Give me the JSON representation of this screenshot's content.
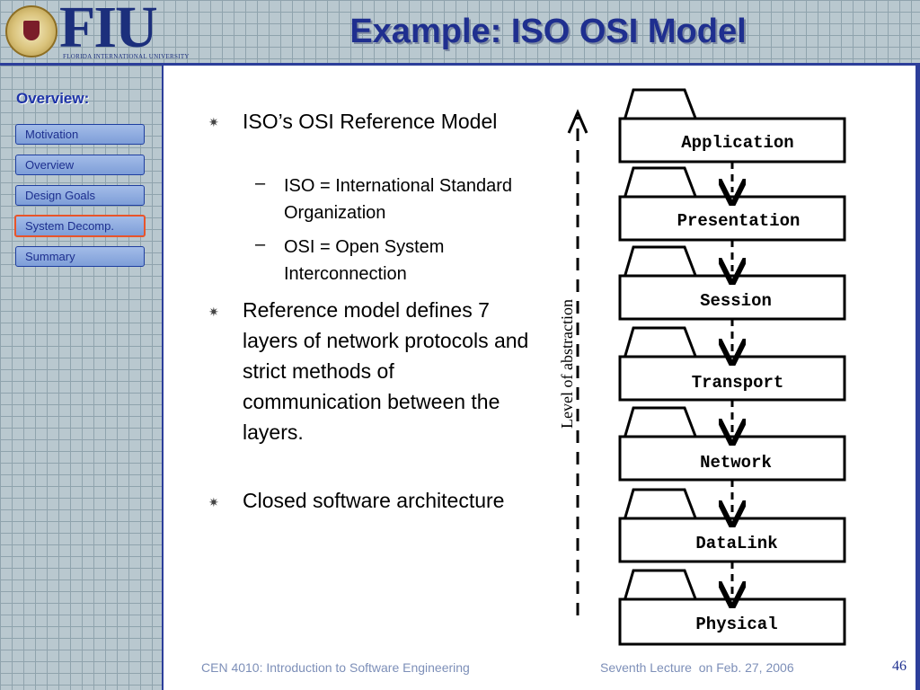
{
  "header": {
    "logo_text": "FIU",
    "logo_subtext": "FLORIDA INTERNATIONAL UNIVERSITY",
    "title": "Example: ISO OSI Model"
  },
  "sidebar": {
    "heading": "Overview:",
    "items": [
      {
        "label": "Motivation"
      },
      {
        "label": "Overview"
      },
      {
        "label": "Design Goals"
      },
      {
        "label": "System Decomp."
      },
      {
        "label": "Summary"
      }
    ],
    "active_index": 3
  },
  "content": {
    "bullet1": {
      "text": "ISO’s OSI Reference Model",
      "sub": [
        "ISO = International Standard Organization",
        "OSI = Open System Interconnection"
      ]
    },
    "bullet2": "Reference model defines 7 layers of network protocols and strict methods of communication between the layers.",
    "bullet3": "Closed software architecture"
  },
  "diagram": {
    "axis_label": "Level of abstraction",
    "layers": [
      "Application",
      "Presentation",
      "Session",
      "Transport",
      "Network",
      "DataLink",
      "Physical"
    ]
  },
  "footer": {
    "left": "CEN 4010: Introduction to Software Engineering",
    "right": "Seventh Lecture  on Feb. 27, 2006",
    "page": "46"
  },
  "colors": {
    "title": "#1f2f8f",
    "accent_border": "#e8542a",
    "nav_fill": "#8fabe0"
  }
}
